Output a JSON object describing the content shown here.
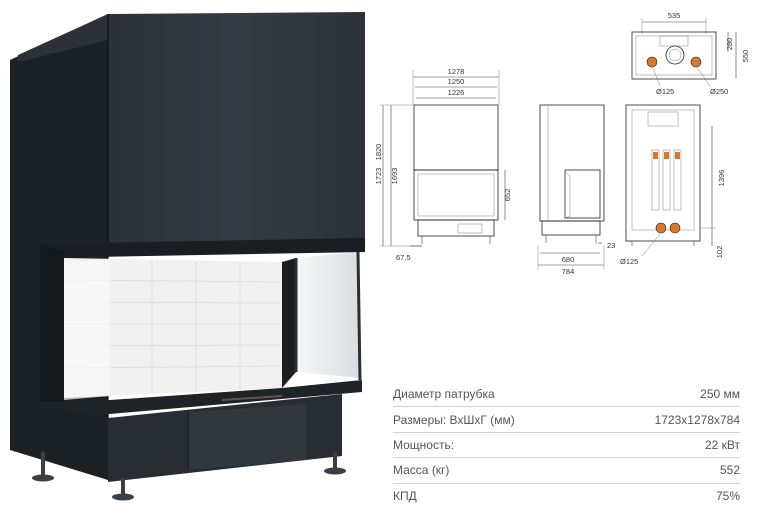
{
  "dimensions": {
    "front_width_outer": "1278",
    "front_width_mid": "1250",
    "front_width_inner": "1226",
    "height_outer": "1723",
    "height_alt": "1820",
    "height_inner": "1693",
    "door_height": "652",
    "leg_offset": "67,5",
    "side_bottom_gap": "23",
    "side_depth_inner": "680",
    "side_depth_outer": "784",
    "top_width": "535",
    "top_depth_inner": "280",
    "top_depth_outer": "550",
    "top_pipe_small": "Ø125",
    "top_pipe_large": "Ø250",
    "back_pipe": "Ø125",
    "back_height": "1396",
    "back_bottom": "102"
  },
  "specs": [
    {
      "label": "Диаметр патрубка",
      "value": "250 мм"
    },
    {
      "label": "Размеры: ВхШхГ (мм)",
      "value": "1723x1278x784"
    },
    {
      "label": "Мощность:",
      "value": "22 кВт"
    },
    {
      "label": "Масса (кг)",
      "value": "552"
    },
    {
      "label": "КПД",
      "value": "75%"
    }
  ]
}
